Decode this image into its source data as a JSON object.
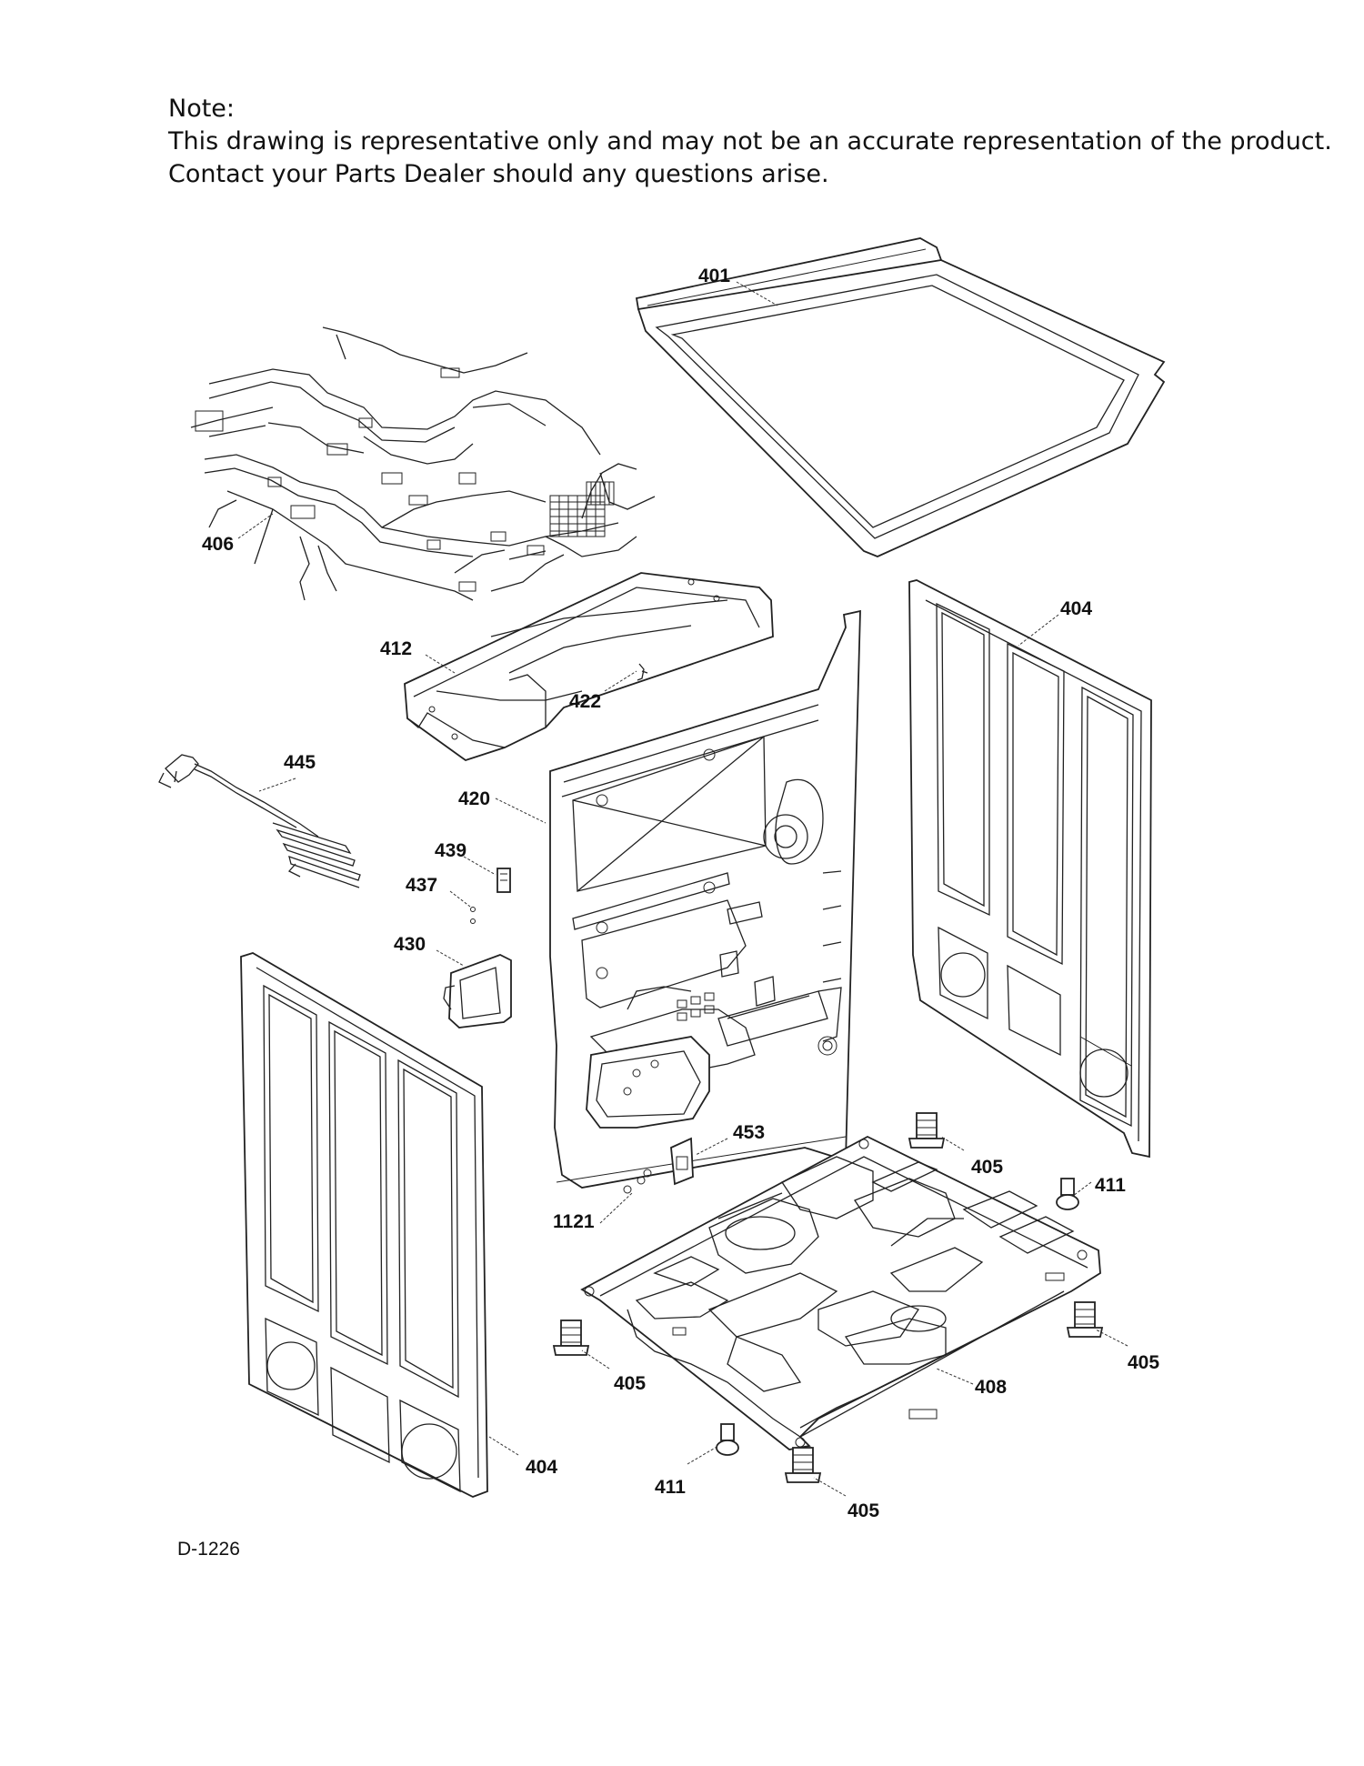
{
  "note": {
    "heading": "Note:",
    "line1": "This drawing is representative only and may not be an accurate representation of the product.",
    "line2": "Contact your Parts Dealer should any questions arise."
  },
  "diagram_code": "D-1226",
  "callouts": {
    "c401": "401",
    "c404a": "404",
    "c404b": "404",
    "c405a": "405",
    "c405b": "405",
    "c405c": "405",
    "c405d": "405",
    "c406": "406",
    "c408": "408",
    "c411a": "411",
    "c411b": "411",
    "c412": "412",
    "c420": "420",
    "c422": "422",
    "c430": "430",
    "c437": "437",
    "c439": "439",
    "c445": "445",
    "c453": "453",
    "c1121": "1121"
  }
}
